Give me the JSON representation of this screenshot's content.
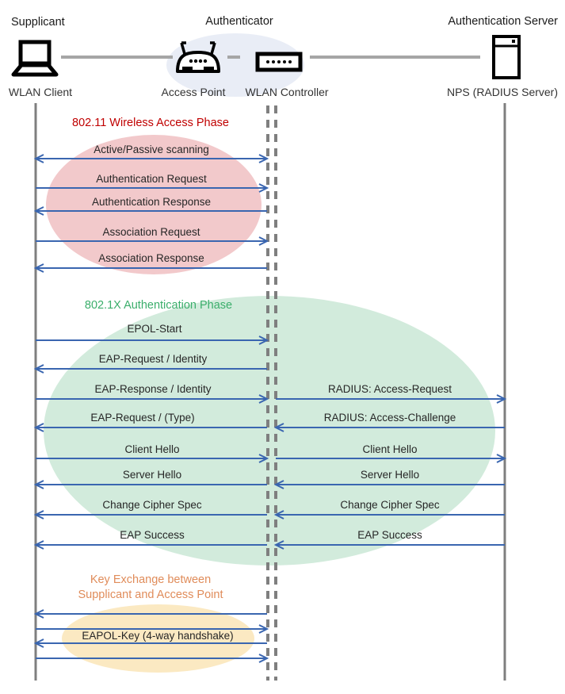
{
  "header": {
    "roles": {
      "supplicant": "Supplicant",
      "authenticator": "Authenticator",
      "authentication_server": "Authentication Server"
    },
    "devices": {
      "wlan_client": "WLAN Client",
      "access_point": "Access Point",
      "wlan_controller": "WLAN Controller",
      "nps": "NPS (RADIUS Server)"
    },
    "icons": [
      "laptop-icon",
      "access-point-icon",
      "wlan-controller-icon",
      "server-icon"
    ]
  },
  "phases": [
    {
      "title": "802.11 Wireless Access Phase",
      "title_color": "#c00000",
      "ellipse_color": "#f2c9cb",
      "messages": [
        {
          "label": "Active/Passive scanning",
          "from": "WLAN Client",
          "to": "WLAN Controller",
          "direction": "both"
        },
        {
          "label": "Authentication Request",
          "from": "WLAN Client",
          "to": "WLAN Controller",
          "direction": "right"
        },
        {
          "label": "Authentication Response",
          "from": "WLAN Controller",
          "to": "WLAN Client",
          "direction": "left"
        },
        {
          "label": "Association Request",
          "from": "WLAN Client",
          "to": "WLAN Controller",
          "direction": "right"
        },
        {
          "label": "Association Response",
          "from": "WLAN Controller",
          "to": "WLAN Client",
          "direction": "left"
        }
      ]
    },
    {
      "title": "802.1X Authentication Phase",
      "title_color": "#3bae6b",
      "ellipse_color": "#d2ebdc",
      "messages": [
        {
          "label": "EPOL-Start",
          "segment": "client",
          "direction": "right"
        },
        {
          "label": "EAP-Request / Identity",
          "segment": "client",
          "direction": "left"
        },
        {
          "label": "EAP-Response / Identity",
          "segment": "client",
          "direction": "right"
        },
        {
          "label": "RADIUS: Access-Request",
          "segment": "server",
          "direction": "right"
        },
        {
          "label": "EAP-Request / (Type)",
          "segment": "client",
          "direction": "left"
        },
        {
          "label": "RADIUS: Access-Challenge",
          "segment": "server",
          "direction": "left"
        },
        {
          "label": "Client Hello",
          "segment": "client",
          "direction": "right"
        },
        {
          "label": "Client Hello",
          "segment": "server",
          "direction": "right"
        },
        {
          "label": "Server Hello",
          "segment": "client",
          "direction": "left"
        },
        {
          "label": "Server Hello",
          "segment": "server",
          "direction": "left"
        },
        {
          "label": "Change Cipher Spec",
          "segment": "client",
          "direction": "left"
        },
        {
          "label": "Change Cipher Spec",
          "segment": "server",
          "direction": "left"
        },
        {
          "label": "EAP Success",
          "segment": "client",
          "direction": "left"
        },
        {
          "label": "EAP Success",
          "segment": "server",
          "direction": "left"
        }
      ]
    },
    {
      "title_line1": "Key Exchange between",
      "title_line2": "Supplicant and Access Point",
      "title_color": "#e08c5a",
      "ellipse_color": "#fbe9c2",
      "messages": [
        {
          "label": "EAPOL-Key (4-way handshake)",
          "direction": "4-way",
          "arrows": [
            "left",
            "right",
            "left",
            "right"
          ]
        }
      ]
    }
  ],
  "colors": {
    "arrow": "#3a66b0",
    "lifeline": "#7f7f7f",
    "connector": "#a6a6a6",
    "header_ellipse": "#e9edf6"
  }
}
